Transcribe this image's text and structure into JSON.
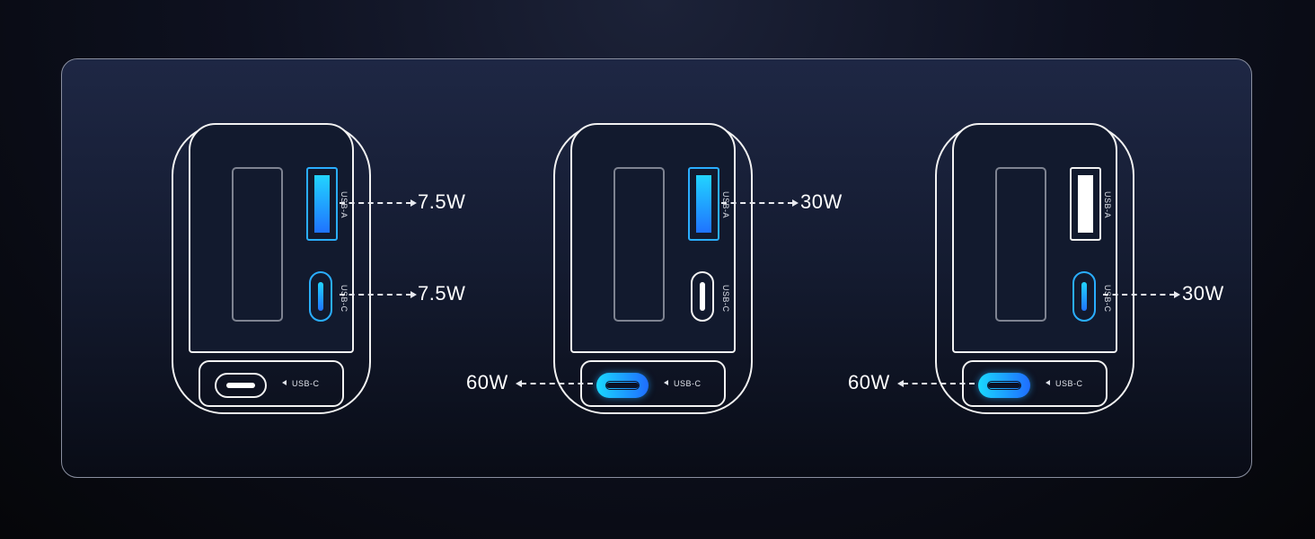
{
  "port_labels": {
    "usb_a": "USB-A",
    "usb_c": "USB-C"
  },
  "chargers": [
    {
      "usb_a_active": true,
      "usb_c_top_active": true,
      "usb_c_bottom_active": false,
      "usb_a_output": "7.5W",
      "usb_c_top_output": "7.5W",
      "usb_c_bottom_output": ""
    },
    {
      "usb_a_active": true,
      "usb_c_top_active": false,
      "usb_c_bottom_active": true,
      "usb_a_output": "30W",
      "usb_c_top_output": "",
      "usb_c_bottom_output": "60W"
    },
    {
      "usb_a_active": false,
      "usb_c_top_active": true,
      "usb_c_bottom_active": true,
      "usb_a_output": "",
      "usb_c_top_output": "30W",
      "usb_c_bottom_output": "60W"
    }
  ],
  "colors": {
    "active_port": "#2aaeff",
    "outline": "#f2f2f2",
    "background": "#141b30"
  }
}
